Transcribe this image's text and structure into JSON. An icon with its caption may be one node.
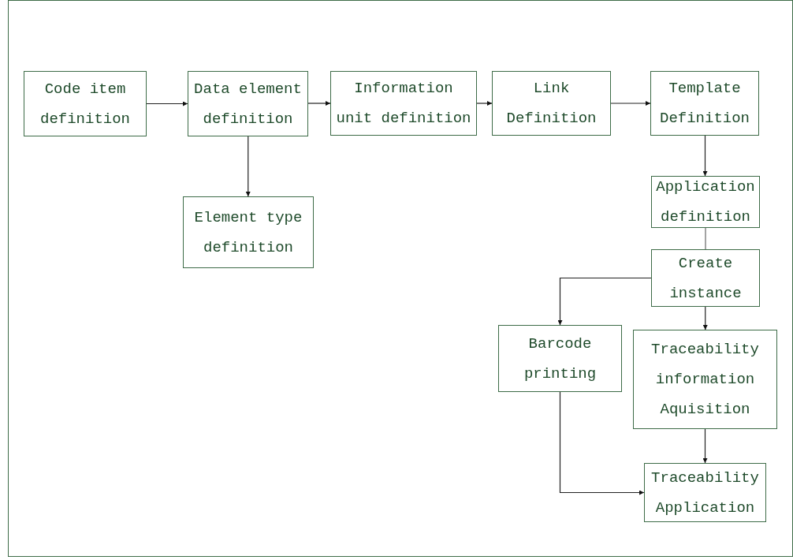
{
  "diagram": {
    "nodes": [
      {
        "text": [
          "Code item definition"
        ]
      },
      {
        "text": [
          "Data element definition"
        ]
      },
      {
        "text": [
          "Element type definition"
        ]
      },
      {
        "text": [
          "Information unit definition"
        ]
      },
      {
        "text": [
          "Link Definition"
        ]
      },
      {
        "text": [
          "Template Definition"
        ]
      },
      {
        "text": [
          "Application definition"
        ]
      },
      {
        "text": [
          "Create instance"
        ]
      },
      {
        "text": [
          "Barcode printing"
        ]
      },
      {
        "text": [
          "Traceability information Aquisition"
        ]
      },
      {
        "text": [
          "Traceability Application"
        ]
      }
    ],
    "edges": [
      {
        "from": 0,
        "to": 1,
        "arrow": "to"
      },
      {
        "from": 1,
        "to": 3,
        "arrow": "to"
      },
      {
        "from": 3,
        "to": 4,
        "arrow": "to"
      },
      {
        "from": 4,
        "to": 5,
        "arrow": "to"
      },
      {
        "from": 1,
        "to": 2,
        "arrow": "to"
      },
      {
        "from": 5,
        "to": 6,
        "arrow": "to"
      },
      {
        "from": 6,
        "to": 7,
        "arrow": "none"
      },
      {
        "from": 7,
        "to": 8,
        "arrow": "to"
      },
      {
        "from": 7,
        "to": 9,
        "arrow": "to"
      },
      {
        "from": 9,
        "to": 10,
        "arrow": "to"
      },
      {
        "from": 8,
        "to": 10,
        "arrow": "to"
      }
    ]
  }
}
